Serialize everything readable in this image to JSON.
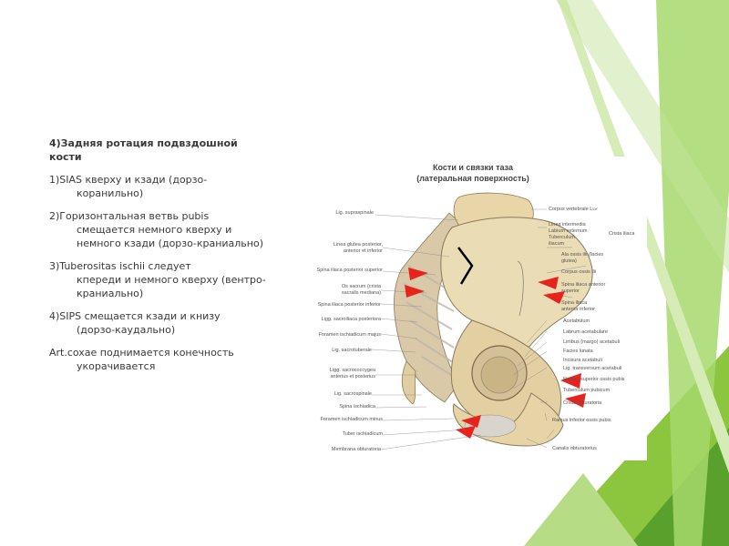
{
  "slide": {
    "heading": "4)Задняя ротация подвздошной кости",
    "items": [
      {
        "line1": "1)SIAS кверху и кзади (дорзо-",
        "line2": "коранильно)"
      },
      {
        "line1": "2)Горизонтальная ветвь pubis",
        "line2": "смещается немного кверху  и немного кзади (дорзо-краниально)"
      },
      {
        "line1": "3)Tuberositas ischii следует",
        "line2": "кпереди и немного  кверху (вентро-краниально)"
      },
      {
        "line1": "4)SIPS смещается кзади и книзу",
        "line2": "(дорзо-каудально)"
      },
      {
        "line1": "Art.coxae поднимается конечность",
        "line2": "укорачивается"
      }
    ]
  },
  "figure": {
    "title_line1": "Кости и связки таза",
    "title_line2": "(латеральная поверхность)",
    "labels_left": [
      "Lig. supraspinale",
      "Linea glutea posterior,",
      "anterior et inferior",
      "Spina iliaca posterior superior",
      "Os sacrum (crista",
      "sacralis mediana)",
      "Spina iliaca posterior inferior",
      "Ligg. sacroiliaca posteriora",
      "Foramen ischiadicum majus",
      "Lig. sacrotuberale",
      "Ligg. sacrococcygea",
      "anterius et posterius",
      "Lig. sacrospinale",
      "Spina ischiadica",
      "Foramen ischiadicum minus",
      "Tuber ischiadicum",
      "Membrana obturatoria"
    ],
    "labels_right": [
      "Corpus vertebrale L",
      "Linea intermedia",
      "Labium externum",
      "Tuberculum",
      "iliacum",
      "Crista iliaca",
      "Ala ossis ilii (facies",
      "glutea)",
      "Corpus ossis ilii",
      "Spina iliaca anterior",
      "superior",
      "Spina iliaca",
      "anterior inferior",
      "Acetabulum",
      "Labrum acetabulare",
      "Limbus (margo) acetabuli",
      "Facies lunata",
      "Incisura acetabuli",
      "Lig. transversum acetabuli",
      "Ramus superior ossis pubis",
      "Tuberculum pubicum",
      "Crista obturatoria",
      "Ramus inferior ossis pubis",
      "Canalis obturatorius"
    ],
    "vertebra_sub": "LV"
  }
}
